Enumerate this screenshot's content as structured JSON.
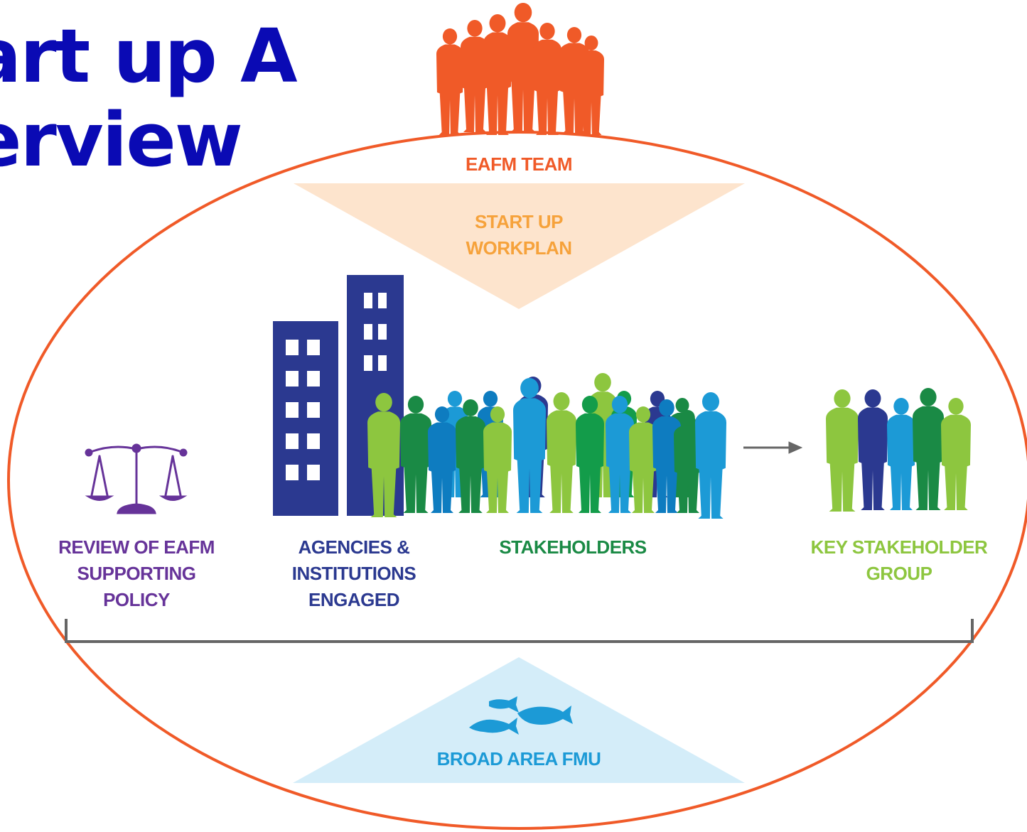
{
  "colors": {
    "title": "#0a0ab4",
    "ellipse": "#f05a28",
    "team": "#f05a28",
    "workplan_fill": "#fde4cd",
    "workplan_text": "#f6a23b",
    "policy": "#663399",
    "agencies": "#2b3990",
    "stakeholders": "#1a8a45",
    "key_group": "#8dc63f",
    "fmu_fill": "#d4edf9",
    "fmu_text": "#1c9ad6",
    "line": "#666666"
  },
  "title": {
    "lines": [
      "art up A",
      "erview"
    ]
  },
  "labels": {
    "team": "EAFM TEAM",
    "workplan": [
      "START UP",
      "WORKPLAN"
    ],
    "policy": [
      "REVIEW OF EAFM",
      "SUPPORTING",
      "POLICY"
    ],
    "agencies": [
      "AGENCIES &",
      "INSTITUTIONS",
      "ENGAGED"
    ],
    "stakeholders": "STAKEHOLDERS",
    "key_group": [
      "KEY STAKEHOLDER",
      "GROUP"
    ],
    "fmu": "BROAD AREA FMU"
  },
  "icons": {
    "team": "people-group-icon",
    "policy": "scales-icon",
    "agencies": "buildings-icon",
    "stakeholders": "crowd-icon",
    "key_group": "people-group-icon",
    "fmu": "fish-icon",
    "arrow": "arrow-right-icon"
  }
}
